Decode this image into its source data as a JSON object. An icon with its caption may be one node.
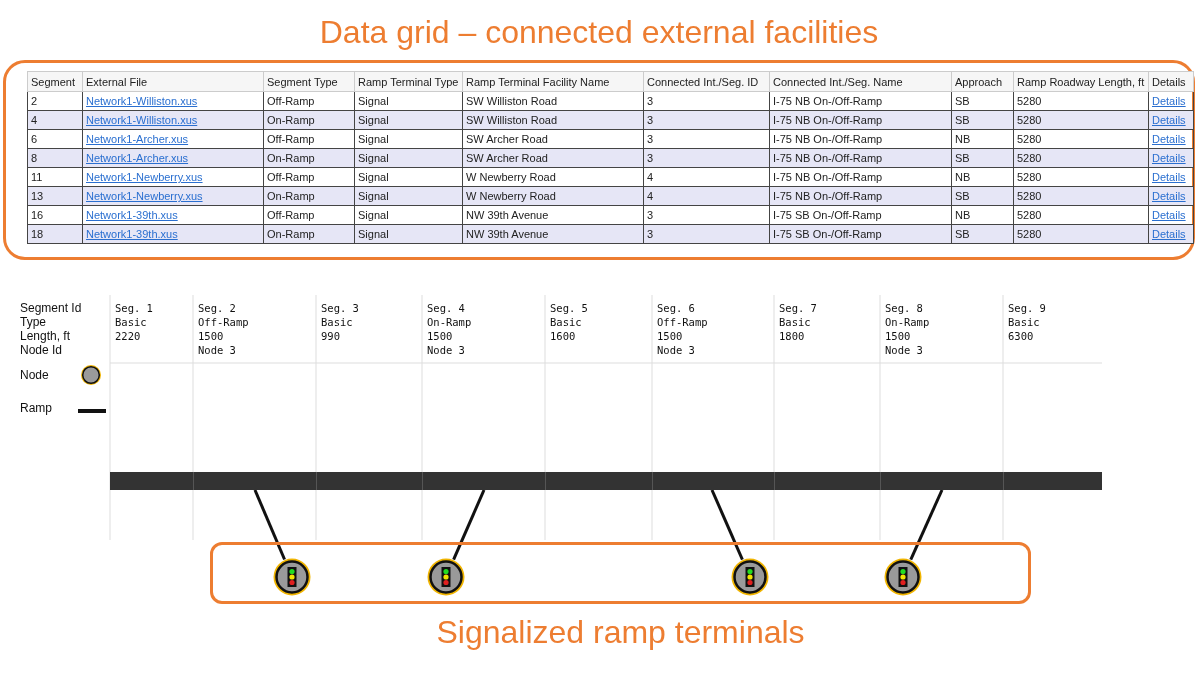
{
  "diagram": {
    "nodes": [
      {
        "text": [
          "Data grid – connected external facilities"
        ]
      },
      {
        "text": [],
        "shape": "bar"
      },
      {
        "text": [
          "Signalized ramp terminals"
        ]
      },
      {
        "text": [],
        "shape": "circle",
        "in": 2
      },
      {
        "text": [],
        "shape": "circle",
        "in": 2
      },
      {
        "text": [],
        "shape": "circle",
        "in": 2
      },
      {
        "text": [],
        "shape": "circle",
        "in": 2
      }
    ],
    "edges": [
      {
        "from": 1,
        "to": 3,
        "arrow": "none"
      },
      {
        "from": 1,
        "to": 4,
        "arrow": "none"
      },
      {
        "from": 1,
        "to": 5,
        "arrow": "none"
      },
      {
        "from": 1,
        "to": 6,
        "arrow": "none"
      }
    ],
    "labels": [
      "Segment",
      "External File",
      "Segment Type",
      "Ramp Terminal Type",
      "Ramp Terminal Facility Name",
      "Connected Int./Seg. ID",
      "Connected Int./Seg. Name",
      "Approach",
      "Ramp Roadway Length, ft",
      "Details",
      "2",
      "Network1-Williston.xus",
      "Off-Ramp",
      "Signal",
      "SW Williston Road",
      "3",
      "I-75 NB On-/Off-Ramp",
      "SB",
      "5280",
      "Details",
      "4",
      "Network1-Williston.xus",
      "On-Ramp",
      "Signal",
      "SW Williston Road",
      "3",
      "I-75 NB On-/Off-Ramp",
      "SB",
      "5280",
      "Details",
      "6",
      "Network1-Archer.xus",
      "Off-Ramp",
      "Signal",
      "SW Archer Road",
      "3",
      "I-75 NB On-/Off-Ramp",
      "NB",
      "5280",
      "Details",
      "8",
      "Network1-Archer.xus",
      "On-Ramp",
      "Signal",
      "SW Archer Road",
      "3",
      "I-75 NB On-/Off-Ramp",
      "SB",
      "5280",
      "Details",
      "11",
      "Network1-Newberry.xus",
      "Off-Ramp",
      "Signal",
      "W Newberry Road",
      "4",
      "I-75 NB On-/Off-Ramp",
      "NB",
      "5280",
      "Details",
      "13",
      "Network1-Newberry.xus",
      "On-Ramp",
      "Signal",
      "W Newberry Road",
      "4",
      "I-75 NB On-/Off-Ramp",
      "SB",
      "5280",
      "Details",
      "16",
      "Network1-39th.xus",
      "Off-Ramp",
      "Signal",
      "NW 39th Avenue",
      "3",
      "I-75 SB On-/Off-Ramp",
      "NB",
      "5280",
      "Details",
      "18",
      "Network1-39th.xus",
      "On-Ramp",
      "Signal",
      "NW 39th Avenue",
      "3",
      "I-75 SB On-/Off-Ramp",
      "SB",
      "5280",
      "Details",
      "Segment Id",
      "Type",
      "Length, ft",
      "Node Id",
      "Seg. 1",
      "Basic",
      "2220",
      "Seg. 2",
      "Off-Ramp",
      "1500",
      "Node 3",
      "Seg. 3",
      "Basic",
      "990",
      "Seg. 4",
      "On-Ramp",
      "1500",
      "Node 3",
      "Seg. 5",
      "Basic",
      "1600",
      "Seg. 6",
      "Off-Ramp",
      "1500",
      "Node 3",
      "Seg. 7",
      "Basic",
      "1800",
      "Seg. 8",
      "On-Ramp",
      "1500",
      "Node 3",
      "Seg. 9",
      "Basic",
      "6300"
    ],
    "legend": [
      {
        "text": "Node"
      },
      {
        "text": "Ramp"
      }
    ]
  }
}
